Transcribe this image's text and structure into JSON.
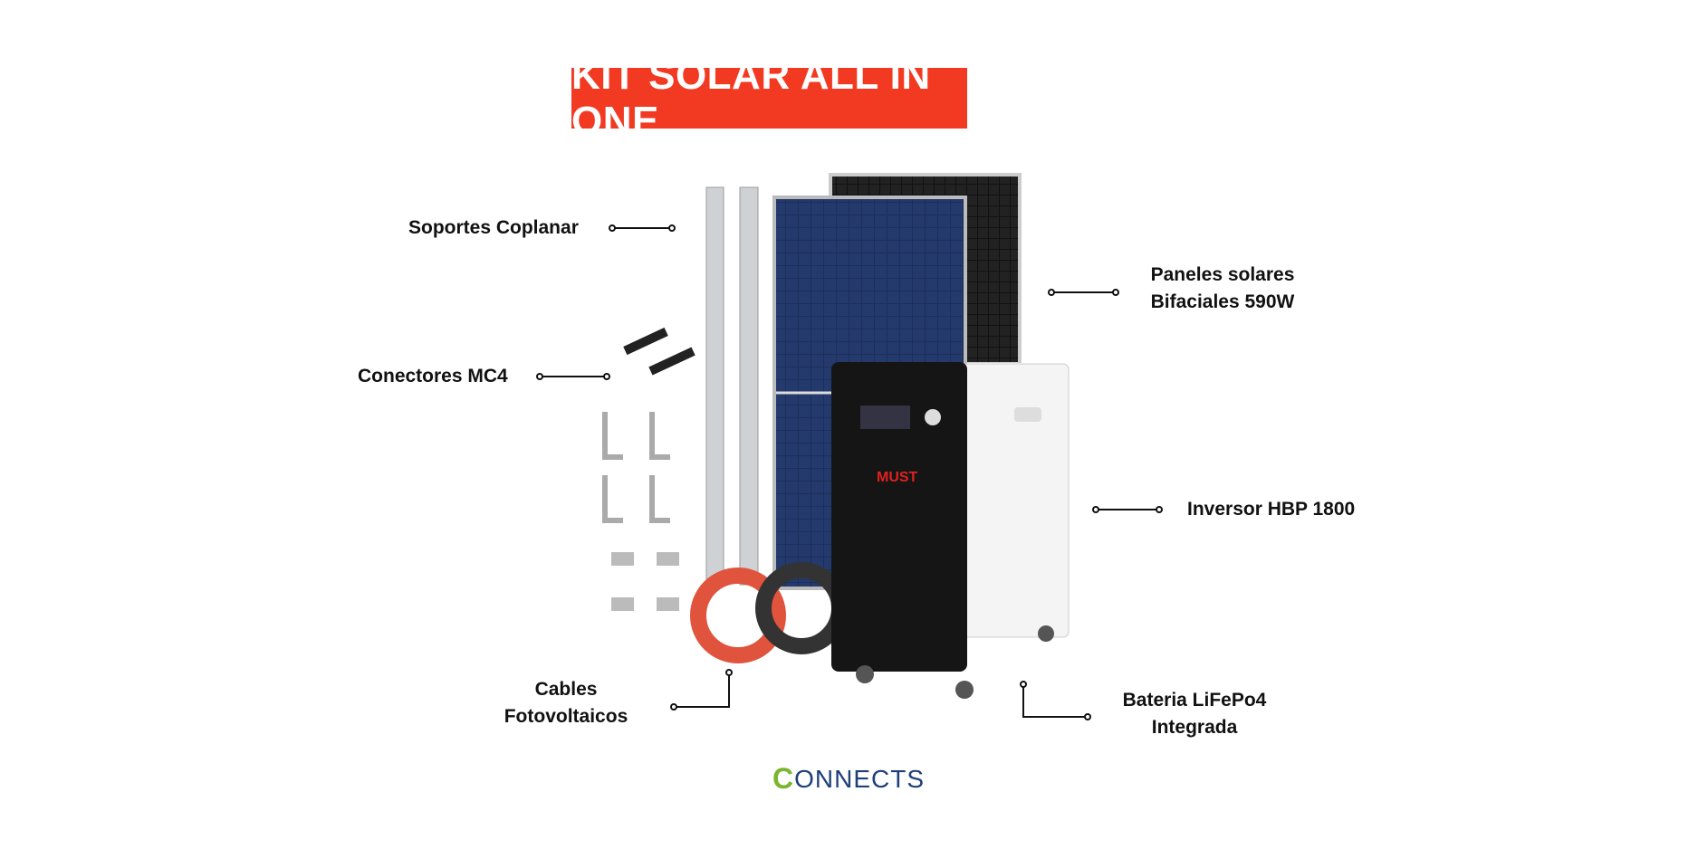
{
  "title": "KIT SOLAR ALL IN ONE",
  "labels": {
    "soportes": "Soportes Coplanar",
    "paneles_1": "Paneles solares",
    "paneles_2": "Bifaciales 590W",
    "conectores": "Conectores MC4",
    "inversor": "Inversor HBP 1800",
    "cables_1": "Cables",
    "cables_2": "Fotovoltaicos",
    "bateria_1": "Bateria LiFePo4",
    "bateria_2": "Integrada"
  },
  "product_brand": "MUST",
  "logo": {
    "initial": "C",
    "rest": "ONNECTS"
  },
  "colors": {
    "title_bg": "#f23a22",
    "logo_green": "#7ab52f",
    "logo_blue": "#1f3f7a"
  }
}
